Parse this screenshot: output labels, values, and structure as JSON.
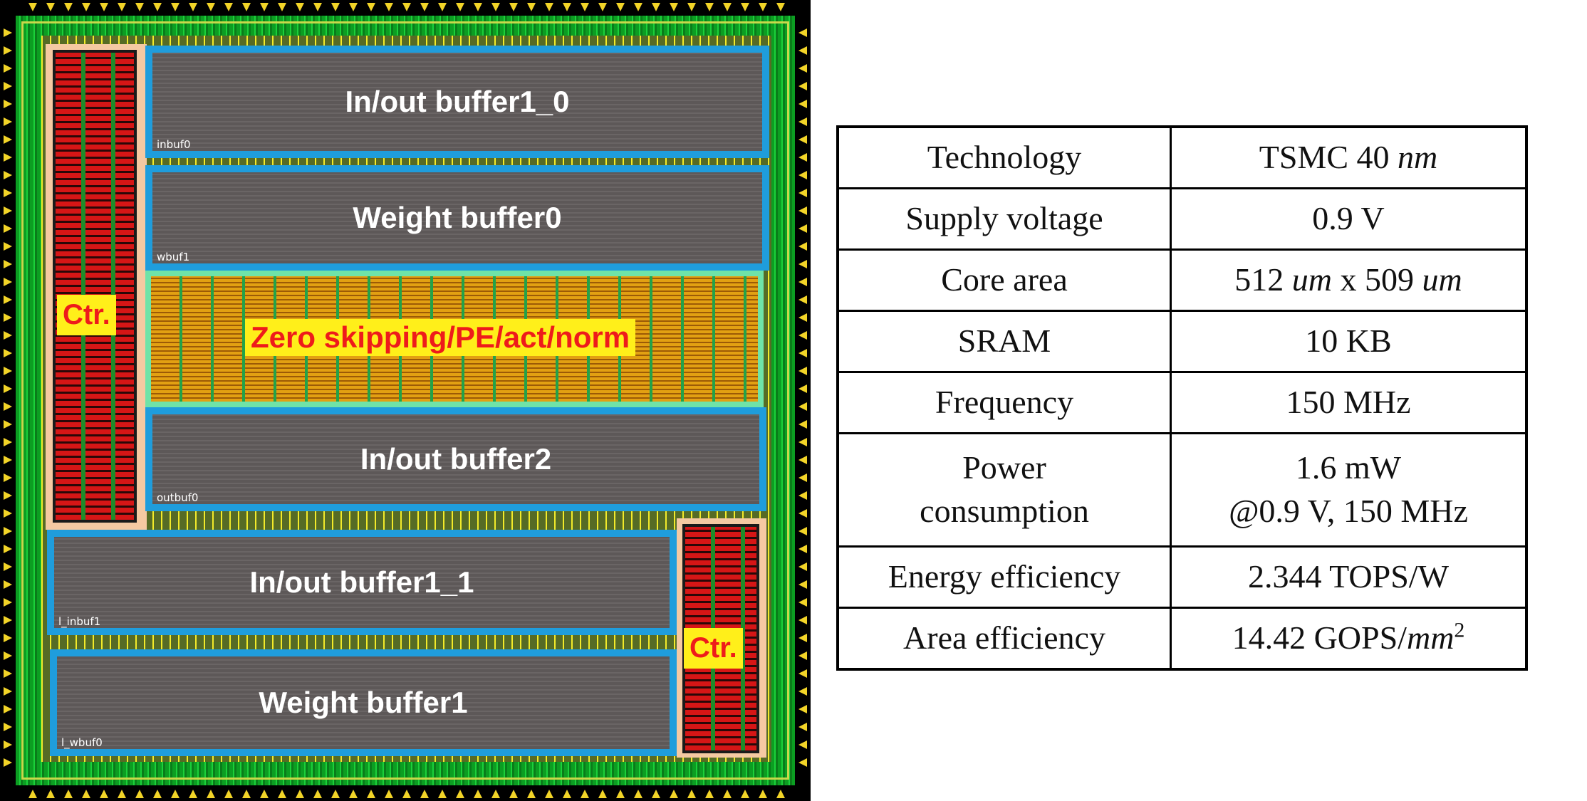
{
  "chip": {
    "blocks": {
      "inout1_0": {
        "label": "In/out buffer1_0",
        "instance": "inbuf0"
      },
      "weight0": {
        "label": "Weight buffer0",
        "instance": "wbuf1"
      },
      "inout2": {
        "label": "In/out buffer2",
        "instance": "outbuf0"
      },
      "inout1_1": {
        "label": "In/out buffer1_1",
        "instance": "l_inbuf1"
      },
      "weight1": {
        "label": "Weight buffer1",
        "instance": "l_wbuf0"
      }
    },
    "pe_array": {
      "label": "Zero skipping/PE/act/norm"
    },
    "controllers": {
      "left_label": "Ctr.",
      "right_label": "Ctr."
    },
    "colors": {
      "buffer_border": "#1f9ddc",
      "pe_border": "#6fe3a8",
      "controller": "#d61616",
      "label_highlight": "#ffef1a",
      "label_text_red": "#ee1b1b"
    }
  },
  "spec": {
    "rows": [
      {
        "key": "Technology",
        "value": "TSMC 40 ",
        "unit": "nm"
      },
      {
        "key": "Supply voltage",
        "value": "0.9 V"
      },
      {
        "key_parts": [
          "Core area"
        ],
        "value_a": "512 ",
        "unit_a": "um",
        "value_b": " x 509 ",
        "unit_b": "um"
      },
      {
        "key": "SRAM",
        "value": "10 KB"
      },
      {
        "key": "Frequency",
        "value": "150 MHz"
      },
      {
        "key_line1": "Power",
        "key_line2": "consumption",
        "value_line1": "1.6 mW",
        "value_line2": "@0.9 V, 150 MHz"
      },
      {
        "key": "Energy efficiency",
        "value": "2.344 TOPS/W"
      },
      {
        "key": "Area efficiency",
        "value": "14.42 GOPS/",
        "unit": "mm",
        "exp": "2"
      }
    ]
  }
}
